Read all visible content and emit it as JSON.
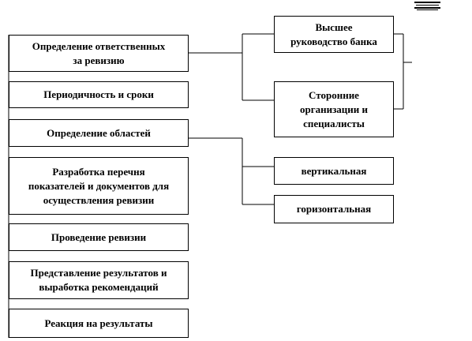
{
  "left_column": [
    {
      "id": "responsible",
      "label": "Определение ответственных\nза ревизию"
    },
    {
      "id": "periodicity",
      "label": "Периодичность и сроки"
    },
    {
      "id": "areas",
      "label": "Определение областей"
    },
    {
      "id": "indicators",
      "label": "Разработка перечня\nпоказателей и документов для\nосуществления ревизии"
    },
    {
      "id": "conduct",
      "label": "Проведение ревизии"
    },
    {
      "id": "results",
      "label": "Представление результатов и\nвыработка рекомендаций"
    },
    {
      "id": "reaction",
      "label": "Реакция на результаты"
    }
  ],
  "right_top": [
    {
      "id": "management",
      "label": "Высшее\nруководство банка"
    },
    {
      "id": "external",
      "label": "Сторонние\nорганизации и\nспециалисты"
    }
  ],
  "right_bottom": [
    {
      "id": "vertical",
      "label": "вертикальная"
    },
    {
      "id": "horizontal",
      "label": "горизонтальная"
    }
  ],
  "colors": {
    "stroke": "#000000",
    "fill": "#ffffff"
  }
}
